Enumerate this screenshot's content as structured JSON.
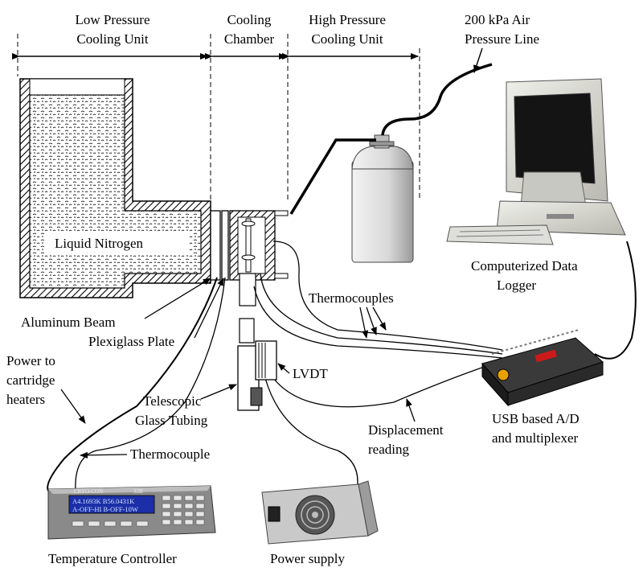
{
  "sections": {
    "low_pressure": [
      "Low Pressure",
      "Cooling Unit"
    ],
    "cooling_chamber": [
      "Cooling",
      "Chamber"
    ],
    "high_pressure": [
      "High Pressure",
      "Cooling Unit"
    ]
  },
  "labels": {
    "air_line": [
      "200 kPa Air",
      "Pressure Line"
    ],
    "liquid_nitrogen": "Liquid Nitrogen",
    "computer": [
      "Computerized Data",
      "Logger"
    ],
    "thermocouples": "Thermocouples",
    "aluminum_beam": "Aluminum Beam",
    "plexiglass_plate": "Plexiglass Plate",
    "power_heaters": [
      "Power to",
      "cartridge",
      "heaters"
    ],
    "lvdt": "LVDT",
    "telescopic_tubing": [
      "Telescopic",
      "Glass Tubing"
    ],
    "displacement": [
      "Displacement",
      "reading"
    ],
    "usb_ad": [
      "USB based A/D",
      "and multiplexer"
    ],
    "thermocouple": "Thermocouple",
    "temp_controller": "Temperature Controller",
    "power_supply": "Power supply"
  },
  "device_text": {
    "controller_brand": "CRYO-CON",
    "controller_model": "32B",
    "controller_line1": "A4.1693K B56.0431K",
    "controller_line2": "A-OFF-HI  B-OFF-10W"
  },
  "colors": {
    "line": "#000000",
    "lcd": "#1c2fa8",
    "lcd_text": "#cfe0ff",
    "usb_box": "#2a2a2a",
    "usb_badge": "#cc1a1a",
    "metal": "#cfcfcf",
    "monitor_screen": "#111111"
  }
}
